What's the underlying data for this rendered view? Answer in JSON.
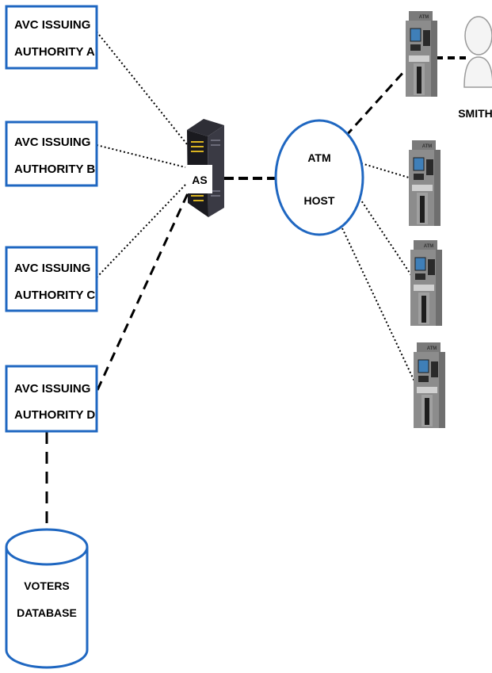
{
  "colors": {
    "box_border": "#1f67c1",
    "line": "#000000",
    "atm_body": "#8c8c8c",
    "atm_screen": "#3f7fb8",
    "server_body": "#1f1f24",
    "server_lights": "#d9b320"
  },
  "authorities": [
    {
      "line1": "AVC ISSUING",
      "line2": "AUTHORITY A"
    },
    {
      "line1": "AVC ISSUING",
      "line2": "AUTHORITY B"
    },
    {
      "line1": "AVC ISSUING",
      "line2": "AUTHORITY C"
    },
    {
      "line1": "AVC ISSUING",
      "line2": "AUTHORITY D"
    }
  ],
  "server": {
    "label": "AS",
    "icon": "server-icon"
  },
  "host": {
    "line1": "ATM",
    "line2": "HOST"
  },
  "atm": {
    "tag": "ATM",
    "icon": "atm-icon",
    "count": 4
  },
  "user": {
    "name": "SMITH",
    "icon": "person-icon"
  },
  "database": {
    "line1": "VOTERS",
    "line2": "DATABASE",
    "icon": "database-icon"
  }
}
